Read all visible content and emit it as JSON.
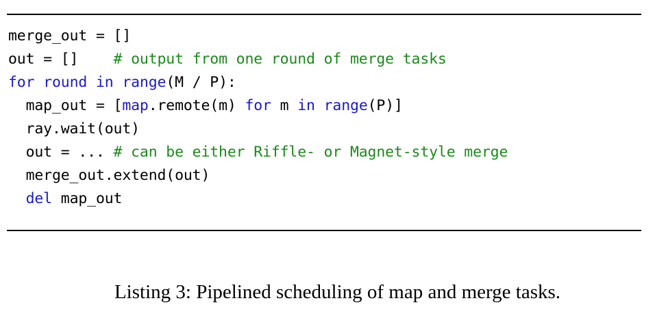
{
  "figure": {
    "kind": "code-listing",
    "language": "python",
    "colors": {
      "background": "#ffffff",
      "text": "#000000",
      "keyword": "#1a1acc",
      "comment": "#1a8a1a",
      "rule": "#000000"
    },
    "rules": {
      "top_visible": true,
      "bottom_visible": true
    }
  },
  "code": {
    "lines": [
      {
        "id": "line-1",
        "tokens": [
          {
            "text": "merge_out = []",
            "style": "plain"
          }
        ]
      },
      {
        "id": "line-2",
        "tokens": [
          {
            "text": "out = []",
            "style": "plain"
          },
          {
            "text": "    ",
            "style": "plain"
          },
          {
            "text": "# output from one round of merge tasks",
            "style": "comment"
          }
        ]
      },
      {
        "id": "line-3",
        "tokens": [
          {
            "text": "for",
            "style": "keyword"
          },
          {
            "text": " round ",
            "style": "keyword"
          },
          {
            "text": "in",
            "style": "keyword"
          },
          {
            "text": " ",
            "style": "plain"
          },
          {
            "text": "range",
            "style": "keyword"
          },
          {
            "text": "(M / P):",
            "style": "plain"
          }
        ]
      },
      {
        "id": "line-4",
        "tokens": [
          {
            "text": "  map_out = [",
            "style": "plain"
          },
          {
            "text": "map",
            "style": "keyword"
          },
          {
            "text": ".remote(m) ",
            "style": "plain"
          },
          {
            "text": "for",
            "style": "keyword"
          },
          {
            "text": " m ",
            "style": "plain"
          },
          {
            "text": "in",
            "style": "keyword"
          },
          {
            "text": " ",
            "style": "plain"
          },
          {
            "text": "range",
            "style": "keyword"
          },
          {
            "text": "(P)]",
            "style": "plain"
          }
        ]
      },
      {
        "id": "line-5",
        "tokens": [
          {
            "text": "  ray.wait(out)",
            "style": "plain"
          }
        ]
      },
      {
        "id": "line-6",
        "tokens": [
          {
            "text": "  out = ... ",
            "style": "plain"
          },
          {
            "text": "# can be either Riffle- or Magnet-style merge",
            "style": "comment"
          }
        ]
      },
      {
        "id": "line-7",
        "tokens": [
          {
            "text": "  merge_out.extend(out)",
            "style": "plain"
          }
        ]
      },
      {
        "id": "line-8",
        "tokens": [
          {
            "text": "  ",
            "style": "plain"
          },
          {
            "text": "del",
            "style": "keyword"
          },
          {
            "text": " map_out",
            "style": "plain"
          }
        ]
      }
    ]
  },
  "caption": {
    "label": "Listing 3:",
    "text": " Pipelined scheduling of map and merge tasks.",
    "full": "Listing 3: Pipelined scheduling of map and merge tasks."
  }
}
